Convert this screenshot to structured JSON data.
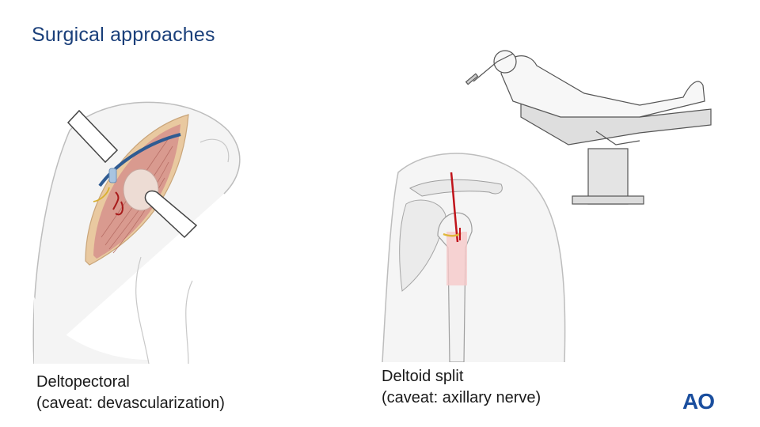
{
  "slide": {
    "title": "Surgical approaches"
  },
  "captions": {
    "left": {
      "line1": "Deltopectoral",
      "line2": "(caveat: devascularization)"
    },
    "right": {
      "line1": "Deltoid split",
      "line2": "(caveat: axillary nerve)"
    }
  },
  "logo": {
    "text": "AO"
  },
  "colors": {
    "title": "#1a3f7a",
    "logo": "#1a4e9e",
    "muscle": "#d99a8f",
    "incision": "#c0141b",
    "nerve": "#e0b63a"
  }
}
